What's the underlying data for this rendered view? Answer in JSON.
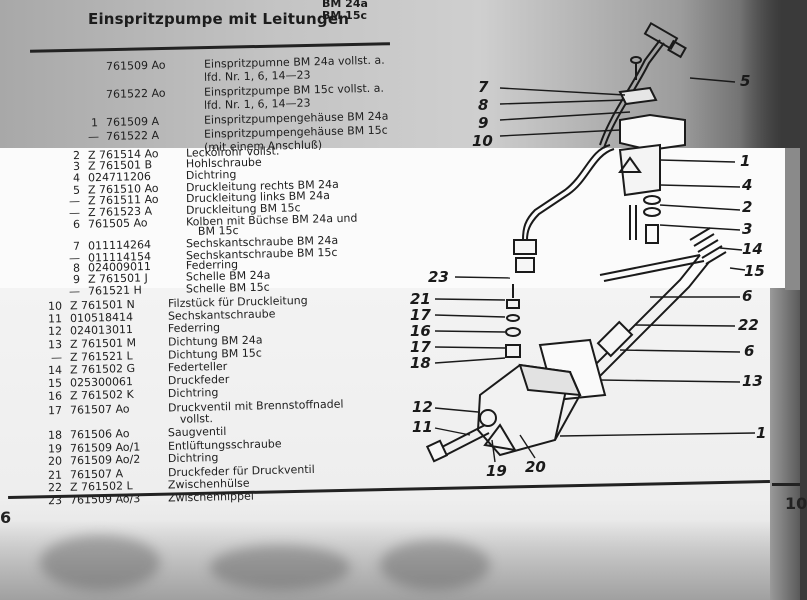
{
  "header": {
    "title": "Einspritzpumpe mit Leitungen",
    "models": [
      "BM 24a",
      "BM 15c"
    ]
  },
  "page_numbers": {
    "left": "6",
    "right": "10"
  },
  "parts_list": [
    {
      "pos": "",
      "number": "761509  Ao",
      "text": "Einspritzpumne BM 24a vollst. a."
    },
    {
      "pos": "",
      "number": "",
      "text": "lfd. Nr. 1, 6, 14—23"
    },
    {
      "pos": "",
      "number": "761522  Ao",
      "text": "Einspritzpumpe BM 15c vollst. a."
    },
    {
      "pos": "",
      "number": "",
      "text": "lfd. Nr. 1, 6, 14—23"
    },
    {
      "pos": "1",
      "number": "761509  A",
      "text": "Einspritzpumpengehäuse BM 24a"
    },
    {
      "pos": "—",
      "number": "761522  A",
      "text": "Einspritzpumpengehäuse BM 15c"
    },
    {
      "pos": "",
      "number": "",
      "text": "(mit einem Anschluß)"
    },
    {
      "pos": "2",
      "number": "Z 761514  Ao",
      "text": "Leckölrohr vollst."
    },
    {
      "pos": "3",
      "number": "Z 761501  B",
      "text": "Hohlschraube"
    },
    {
      "pos": "4",
      "number": "024711206",
      "text": "Dichtring"
    },
    {
      "pos": "5",
      "number": "Z 761510  Ao",
      "text": "Druckleitung rechts BM 24a"
    },
    {
      "pos": "—",
      "number": "Z 761511  Ao",
      "text": "Druckleitung links BM 24a"
    },
    {
      "pos": "—",
      "number": "Z 761523  A",
      "text": "Druckleitung BM 15c"
    },
    {
      "pos": "6",
      "number": "761505  Ao",
      "text": "Kolben mit Büchse BM 24a und"
    },
    {
      "pos": "",
      "number": "",
      "text": "BM 15c"
    },
    {
      "pos": "7",
      "number": "011114264",
      "text": "Sechskantschraube BM 24a"
    },
    {
      "pos": "—",
      "number": "011114154",
      "text": "Sechskantschraube BM 15c"
    },
    {
      "pos": "8",
      "number": "024009011",
      "text": "Federring"
    },
    {
      "pos": "9",
      "number": "Z 761501  J",
      "text": "Schelle BM 24a"
    },
    {
      "pos": "—",
      "number": "761521  H",
      "text": "Schelle BM 15c"
    },
    {
      "pos": "10",
      "number": "Z 761501  N",
      "text": "Filzstück für Druckleitung"
    },
    {
      "pos": "11",
      "number": "010518414",
      "text": "Sechskantschraube"
    },
    {
      "pos": "12",
      "number": "024013011",
      "text": "Federring"
    },
    {
      "pos": "13",
      "number": "Z 761501  M",
      "text": "Dichtung BM 24a"
    },
    {
      "pos": "—",
      "number": "Z 761521  L",
      "text": "Dichtung BM 15c"
    },
    {
      "pos": "14",
      "number": "Z 761502  G",
      "text": "Federteller"
    },
    {
      "pos": "15",
      "number": "025300061",
      "text": "Druckfeder"
    },
    {
      "pos": "16",
      "number": "Z 761502  K",
      "text": "Dichtring"
    },
    {
      "pos": "17",
      "number": "761507  Ao",
      "text": "Druckventil mit Brennstoffnadel"
    },
    {
      "pos": "",
      "number": "",
      "text": "vollst."
    },
    {
      "pos": "18",
      "number": "761506  Ao",
      "text": "Saugventil"
    },
    {
      "pos": "19",
      "number": "761509  Ao/1",
      "text": "Entlüftungsschraube"
    },
    {
      "pos": "20",
      "number": "761509  Ao/2",
      "text": "Dichtring"
    },
    {
      "pos": "21",
      "number": "761507  A",
      "text": "Druckfeder für Druckventil"
    },
    {
      "pos": "22",
      "number": "Z 761502  L",
      "text": "Zwischenhülse"
    },
    {
      "pos": "23",
      "number": "761509  Ao/3",
      "text": "Zwischennippel"
    }
  ],
  "diagram_labels": {
    "l7": "7",
    "l8": "8",
    "l9": "9",
    "l10": "10",
    "r5": "5",
    "r1a": "1",
    "r4": "4",
    "r2": "2",
    "r3": "3",
    "r14": "14",
    "r15": "15",
    "l23": "23",
    "l21": "21",
    "l17a": "17",
    "l16": "16",
    "l17b": "17",
    "l18": "18",
    "r6a": "6",
    "r22": "22",
    "r6b": "6",
    "r13": "13",
    "l12": "12",
    "l11": "11",
    "b19": "19",
    "b20": "20",
    "r1b": "1"
  }
}
